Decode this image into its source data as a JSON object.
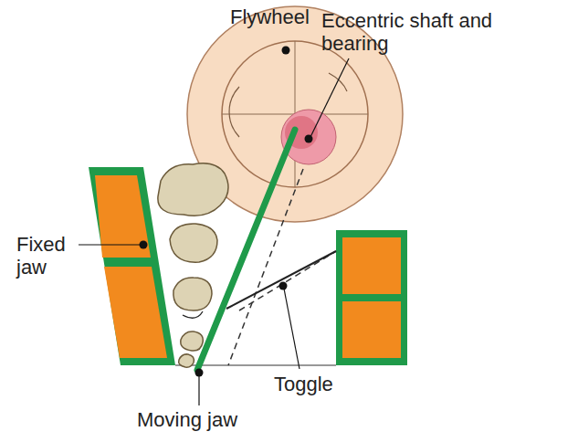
{
  "diagram": {
    "labels": [
      "Flywheel",
      "Eccentric shaft and bearing",
      "Fixed jaw",
      "Toggle",
      "Moving jaw"
    ]
  }
}
